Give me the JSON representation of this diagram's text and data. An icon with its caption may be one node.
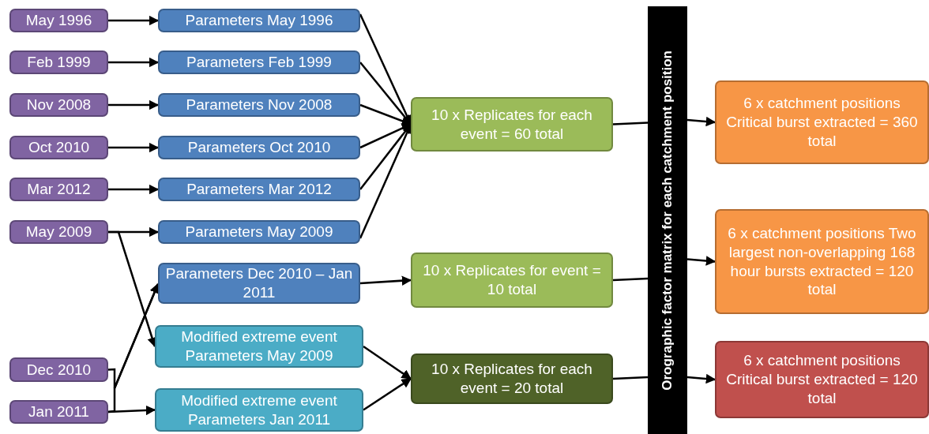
{
  "diagram": {
    "nodes": [
      {
        "text": [
          "May 1996"
        ]
      },
      {
        "text": [
          "Feb 1999"
        ]
      },
      {
        "text": [
          "Nov 2008"
        ]
      },
      {
        "text": [
          "Oct 2010"
        ]
      },
      {
        "text": [
          "Mar 2012"
        ]
      },
      {
        "text": [
          "May 2009"
        ]
      },
      {
        "text": [
          "Parameters May 1996"
        ]
      },
      {
        "text": [
          "Parameters Feb 1999"
        ]
      },
      {
        "text": [
          "Parameters Nov 2008"
        ]
      },
      {
        "text": [
          "Parameters Oct 2010"
        ]
      },
      {
        "text": [
          "Parameters Mar 2012"
        ]
      },
      {
        "text": [
          "Parameters May 2009"
        ]
      },
      {
        "text": [
          "Parameters Dec 2010 – Jan 2011"
        ]
      },
      {
        "text": [
          "10 x Replicates for each event = 60 total"
        ]
      },
      {
        "text": [
          "10 x Replicates for event = 10 total"
        ]
      },
      {
        "text": [
          "Modified extreme event Parameters May 2009"
        ]
      },
      {
        "text": [
          "Modified extreme event Parameters Jan 2011"
        ]
      },
      {
        "text": [
          "Dec 2010"
        ]
      },
      {
        "text": [
          "Jan 2011"
        ]
      },
      {
        "text": [
          "10 x Replicates for each event = 20 total"
        ]
      },
      {
        "text": [
          "Orographic factor matrix for each catchment position"
        ]
      },
      {
        "text": [
          "6 x catchment positions Critical burst extracted = 360 total"
        ]
      },
      {
        "text": [
          "6 x catchment positions Two largest non-overlapping 168 hour bursts extracted = 120 total"
        ]
      },
      {
        "text": [
          "6 x catchment positions Critical burst extracted = 120 total"
        ]
      }
    ],
    "edges": [
      {
        "from": 0,
        "to": 6,
        "arrow": "to"
      },
      {
        "from": 1,
        "to": 7,
        "arrow": "to"
      },
      {
        "from": 2,
        "to": 8,
        "arrow": "to"
      },
      {
        "from": 3,
        "to": 9,
        "arrow": "to"
      },
      {
        "from": 4,
        "to": 10,
        "arrow": "to"
      },
      {
        "from": 5,
        "to": 11,
        "arrow": "to"
      },
      {
        "from": 6,
        "to": 13,
        "arrow": "to"
      },
      {
        "from": 7,
        "to": 13,
        "arrow": "to"
      },
      {
        "from": 8,
        "to": 13,
        "arrow": "to"
      },
      {
        "from": 9,
        "to": 13,
        "arrow": "to"
      },
      {
        "from": 10,
        "to": 13,
        "arrow": "to"
      },
      {
        "from": 11,
        "to": 13,
        "arrow": "to"
      },
      {
        "from": 5,
        "to": 15,
        "arrow": "to"
      },
      {
        "from": 17,
        "to": 12,
        "arrow": "to"
      },
      {
        "from": 18,
        "to": 12,
        "arrow": "to"
      },
      {
        "from": 18,
        "to": 16,
        "arrow": "to"
      },
      {
        "from": 12,
        "to": 14,
        "arrow": "to"
      },
      {
        "from": 15,
        "to": 19,
        "arrow": "to"
      },
      {
        "from": 16,
        "to": 19,
        "arrow": "to"
      },
      {
        "from": 13,
        "to": 20,
        "arrow": "none"
      },
      {
        "from": 14,
        "to": 20,
        "arrow": "none"
      },
      {
        "from": 19,
        "to": 20,
        "arrow": "none"
      },
      {
        "from": 20,
        "to": 21,
        "arrow": "to"
      },
      {
        "from": 20,
        "to": 22,
        "arrow": "to"
      },
      {
        "from": 20,
        "to": 23,
        "arrow": "to"
      }
    ]
  }
}
